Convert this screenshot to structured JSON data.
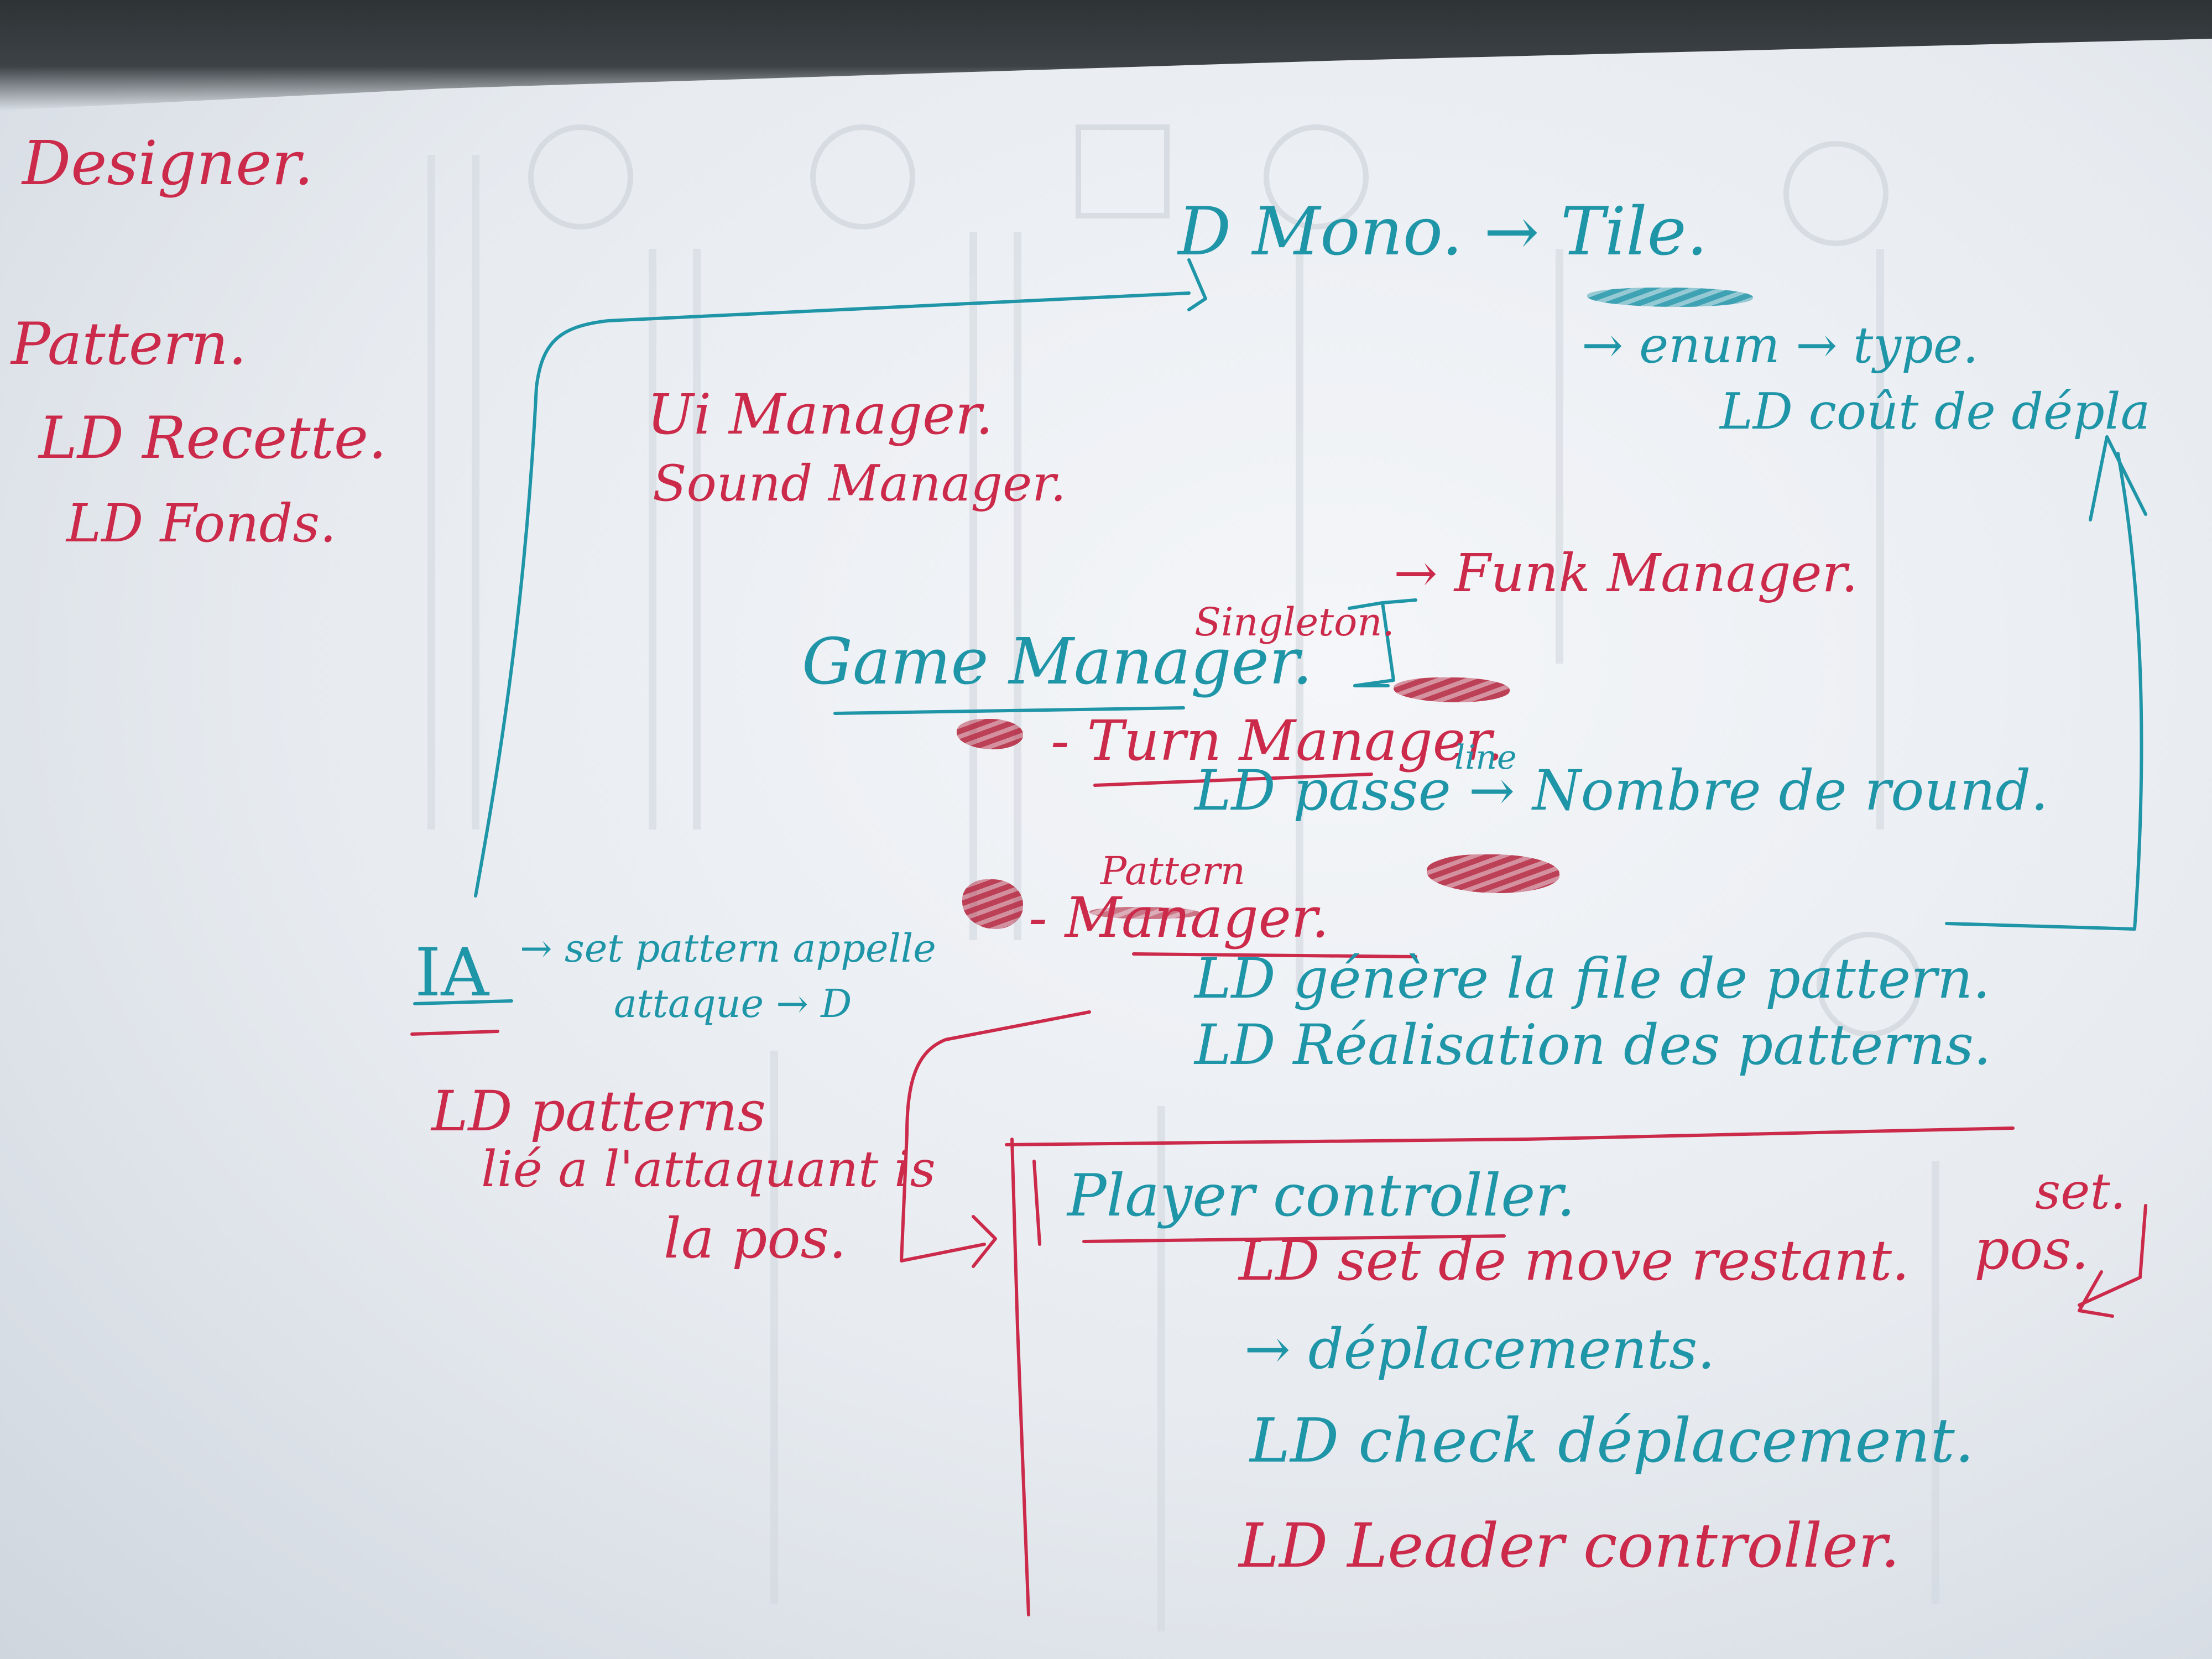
{
  "notes": {
    "designer": "Designer.",
    "pattern": "Pattern.",
    "recette": "LD Recette.",
    "fonds": "LD Fonds.",
    "ui_manager": "Ui Manager.",
    "sound_manager": "Sound Manager.",
    "mono_tile": "D Mono. → Tile.",
    "enum_type": "→ enum → type.",
    "cout_depla": "LD coût de dépla",
    "funk_manager": "→ Funk Manager.",
    "singleton": "Singleton.",
    "game_manager": "Game Manager.",
    "turn_manager": "- Turn Manager.",
    "line": "line",
    "passe_nombre": "LD passe → Nombre de round.",
    "pattern_small": "Pattern",
    "manager": "- Manager.",
    "genere": "LD génère la file de pattern.",
    "realisation": "LD Réalisation des patterns.",
    "ia": "IA",
    "set_pattern": "→ set pattern appelle",
    "attaque": "attaque → D",
    "patterns_lie": "LD patterns",
    "lie_attaquant": "lié a l'attaquant is",
    "la_pos": "la pos.",
    "player_controller": "Player controller.",
    "set_move": "LD set de move restant.",
    "deplacements": "→ déplacements.",
    "check_deplacement": "LD check déplacement.",
    "leader_controller": "LD Leader controller.",
    "set_right": "set.",
    "pos_right": "pos."
  },
  "colors": {
    "red_ink": "#cc2a4a",
    "teal_ink": "#1f95a8"
  }
}
